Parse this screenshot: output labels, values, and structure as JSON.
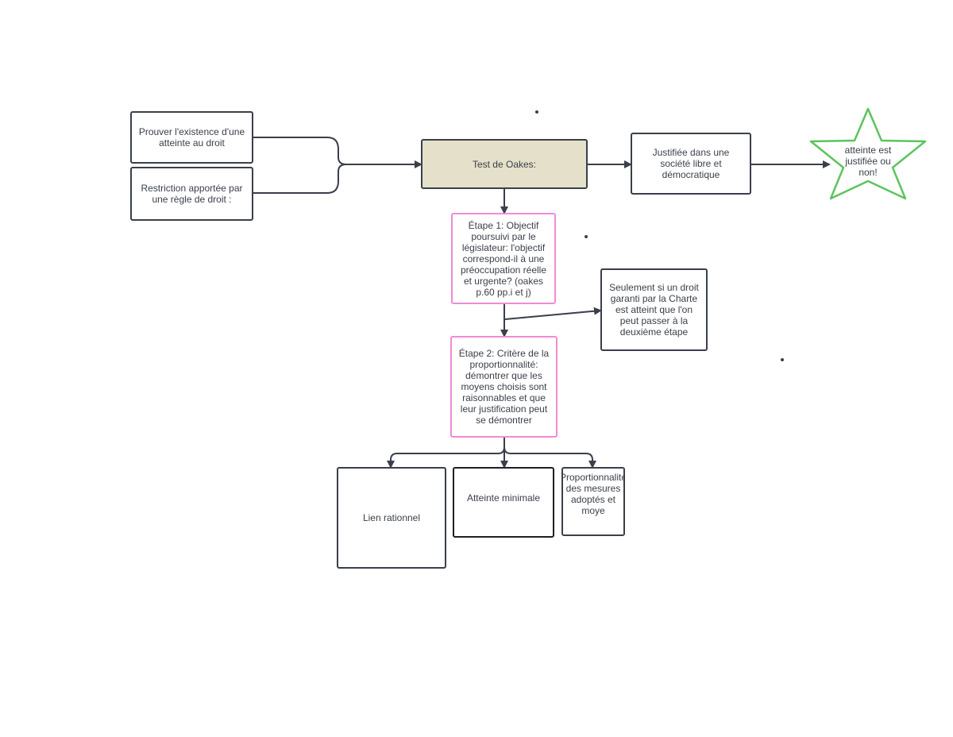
{
  "diagram": {
    "boxes": {
      "prouver": "Prouver l'existence d'une atteinte au droit",
      "restriction": "Restriction apportée par une règle de droit :",
      "test_oakes": "Test de Oakes:",
      "justifiee": "Justifiée dans une société libre et démocratique",
      "etape1": "Étape 1: Objectif poursuivi par le législateur: l'objectif correspond-il à une préoccupation réelle et urgente? (oakes p.60 pp.i et j)",
      "seulement": "Seulement si un droit garanti par la Charte est atteint que l'on peut passer à la deuxième étape",
      "etape2": "Étape 2: Critère de la proportionnalité: démontrer que les moyens choisis sont raisonnables et que leur justification peut se démontrer",
      "lien": "Lien rationnel",
      "atteinte_minimale": "Atteinte minimale",
      "proportionnalite": "Proportionnalité des mesures adoptés et moye"
    },
    "star_label": "atteinte est justifiée ou non!",
    "colors": {
      "stroke": "#3a3f4a",
      "pink_border": "#f08bd6",
      "tan_fill": "#e5e0c9",
      "star_stroke": "#5cc45e"
    }
  }
}
